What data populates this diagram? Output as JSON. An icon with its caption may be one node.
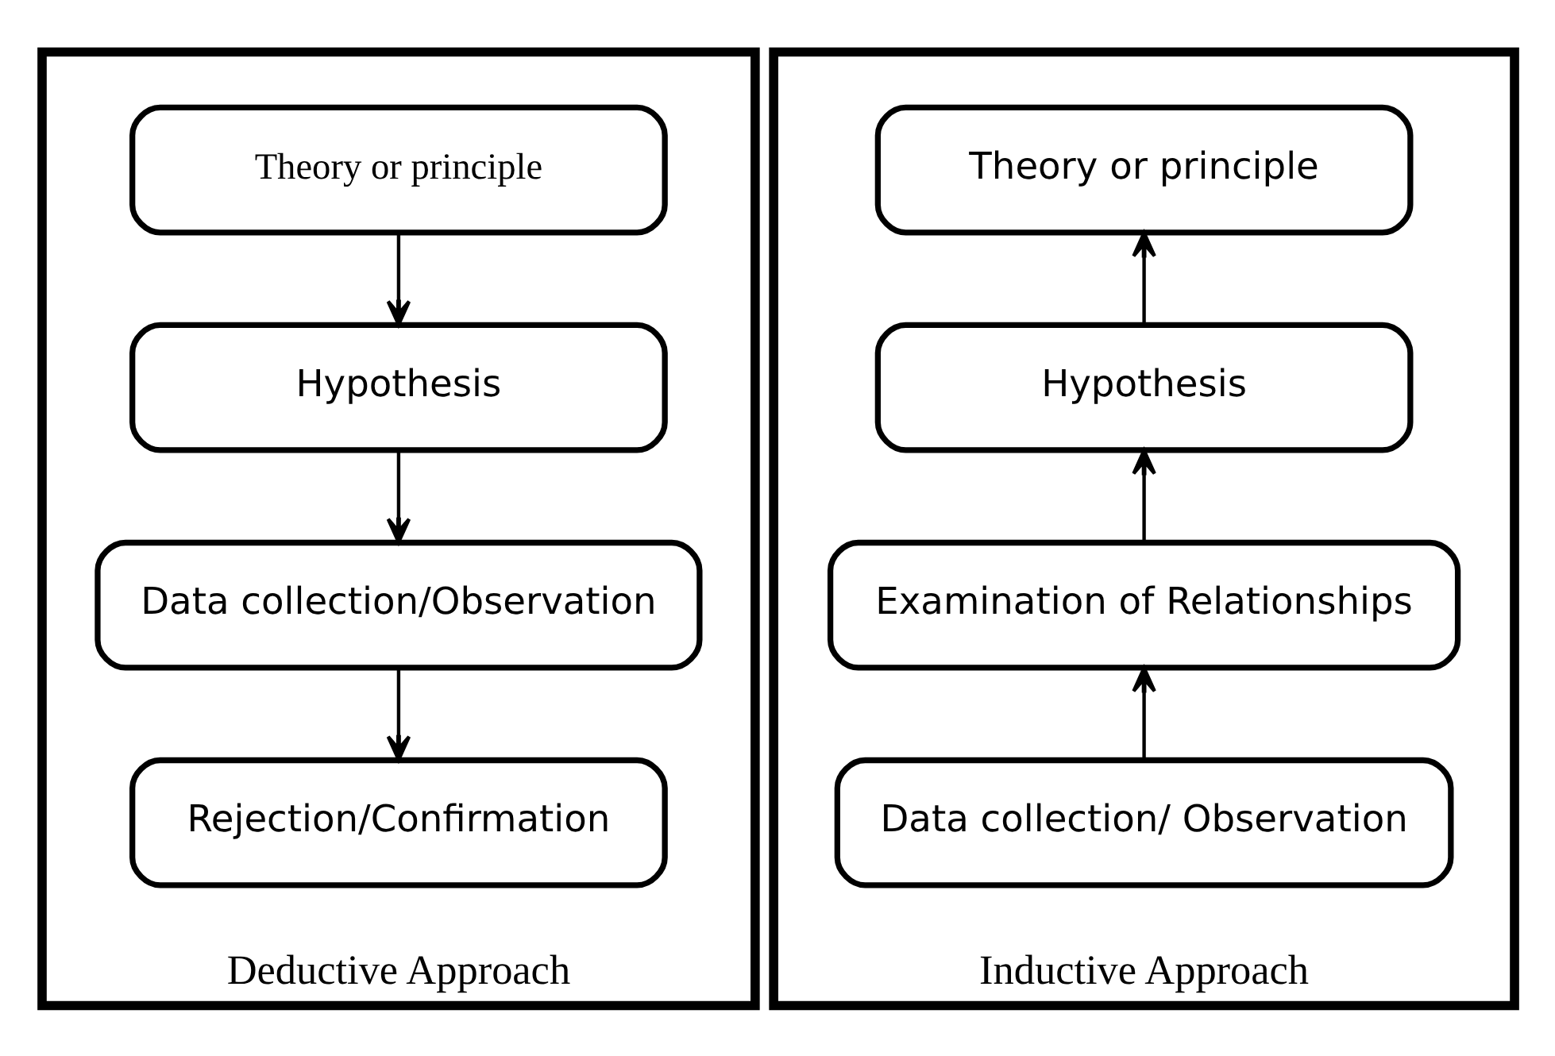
{
  "diagram": {
    "nodes": [
      {
        "text": [
          "Deductive Approach"
        ]
      },
      {
        "text": [
          "Theory or principle"
        ],
        "in": 0
      },
      {
        "text": [
          "Hypothesis"
        ],
        "in": 0
      },
      {
        "text": [
          "Data collection/Observation"
        ],
        "in": 0
      },
      {
        "text": [
          "Rejection/Confirmation"
        ],
        "in": 0
      },
      {
        "text": [
          "Inductive Approach"
        ]
      },
      {
        "text": [
          "Theory or principle"
        ],
        "in": 5
      },
      {
        "text": [
          "Hypothesis"
        ],
        "in": 5
      },
      {
        "text": [
          "Examination of Relationships"
        ],
        "in": 5
      },
      {
        "text": [
          "Data collection/ Observation"
        ],
        "in": 5
      }
    ],
    "edges": [
      {
        "from": 1,
        "to": 2,
        "arrow": "to"
      },
      {
        "from": 2,
        "to": 3,
        "arrow": "to"
      },
      {
        "from": 3,
        "to": 4,
        "arrow": "to"
      },
      {
        "from": 9,
        "to": 8,
        "arrow": "to"
      },
      {
        "from": 8,
        "to": 7,
        "arrow": "to"
      },
      {
        "from": 7,
        "to": 6,
        "arrow": "to"
      }
    ]
  }
}
